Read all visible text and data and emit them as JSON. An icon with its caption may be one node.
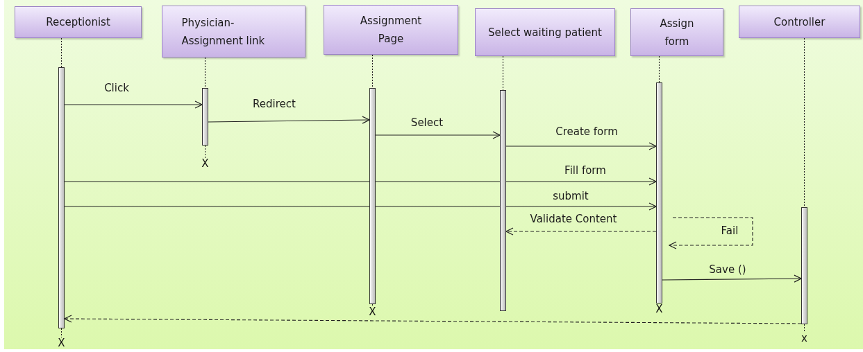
{
  "diagram": {
    "nodes": [
      {
        "text": [
          "Receptionist"
        ]
      },
      {
        "text": [
          "Physician- Assignment link"
        ]
      },
      {
        "text": [
          "Assignment Page"
        ]
      },
      {
        "text": [
          "Select waiting patient"
        ]
      },
      {
        "text": [
          "Assign form"
        ]
      },
      {
        "text": [
          "Controller"
        ]
      },
      {
        "text": [],
        "shape": "bar",
        "beside": [
          "X"
        ]
      },
      {
        "text": [],
        "shape": "bar",
        "beside": [
          "X"
        ]
      },
      {
        "text": [],
        "shape": "bar",
        "beside": [
          "X"
        ]
      },
      {
        "text": [],
        "shape": "bar"
      },
      {
        "text": [],
        "shape": "bar",
        "beside": [
          "X"
        ]
      },
      {
        "text": [],
        "shape": "bar",
        "beside": [
          "x"
        ]
      }
    ],
    "edges": [
      {
        "from": 0,
        "to": 6,
        "arrow": "none",
        "style": "dashed"
      },
      {
        "from": 1,
        "to": 7,
        "arrow": "none",
        "style": "dashed"
      },
      {
        "from": 2,
        "to": 8,
        "arrow": "none",
        "style": "dashed"
      },
      {
        "from": 3,
        "to": 9,
        "arrow": "none",
        "style": "dashed"
      },
      {
        "from": 4,
        "to": 10,
        "arrow": "none",
        "style": "dashed"
      },
      {
        "from": 5,
        "to": 11,
        "arrow": "none",
        "style": "dashed"
      },
      {
        "from": 6,
        "to": 7,
        "arrow": "to",
        "label": "Click"
      },
      {
        "from": 7,
        "to": 8,
        "arrow": "to",
        "label": "Redirect"
      },
      {
        "from": 8,
        "to": 9,
        "arrow": "to",
        "label": "Select"
      },
      {
        "from": 9,
        "to": 10,
        "arrow": "to",
        "label": "Create form"
      },
      {
        "from": 6,
        "to": 10,
        "arrow": "to",
        "label": "Fill form"
      },
      {
        "from": 6,
        "to": 10,
        "arrow": "to",
        "label": "submit"
      },
      {
        "from": 10,
        "to": 9,
        "arrow": "to",
        "label": "Validate Content",
        "style": "dashed"
      },
      {
        "from": 10,
        "to": 10,
        "arrow": "to",
        "label": "Fail",
        "style": "dashed"
      },
      {
        "from": 10,
        "to": 11,
        "arrow": "to",
        "label": "Save ()"
      },
      {
        "from": 11,
        "to": 6,
        "arrow": "to",
        "style": "dashed"
      }
    ]
  }
}
